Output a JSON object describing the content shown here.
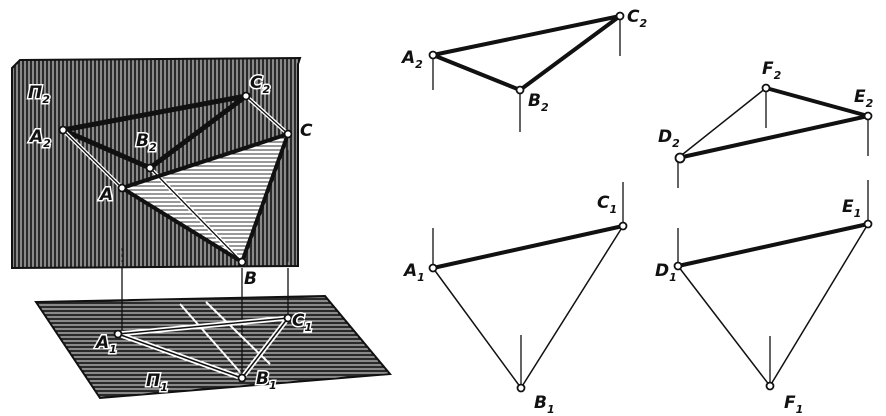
{
  "left_figure": {
    "plane_v": {
      "label": "Π",
      "sub": "2"
    },
    "plane_h": {
      "label": "Π",
      "sub": "1"
    },
    "points": {
      "A2": {
        "label": "A",
        "sub": "2"
      },
      "B2": {
        "label": "B",
        "sub": "2"
      },
      "C2": {
        "label": "C",
        "sub": "2"
      },
      "A": {
        "label": "A",
        "sub": ""
      },
      "B": {
        "label": "B",
        "sub": ""
      },
      "C": {
        "label": "C",
        "sub": ""
      },
      "A1": {
        "label": "A",
        "sub": "1"
      },
      "B1": {
        "label": "B",
        "sub": "1"
      },
      "C1": {
        "label": "C",
        "sub": "1"
      }
    }
  },
  "triangle_abc_front": {
    "A2": {
      "label": "A",
      "sub": "2"
    },
    "B2": {
      "label": "B",
      "sub": "2"
    },
    "C2": {
      "label": "C",
      "sub": "2"
    }
  },
  "triangle_abc_top": {
    "A1": {
      "label": "A",
      "sub": "1"
    },
    "B1": {
      "label": "B",
      "sub": "1"
    },
    "C1": {
      "label": "C",
      "sub": "1"
    }
  },
  "triangle_def_front": {
    "D2": {
      "label": "D",
      "sub": "2"
    },
    "E2": {
      "label": "E",
      "sub": "2"
    },
    "F2": {
      "label": "F",
      "sub": "2"
    }
  },
  "triangle_def_top": {
    "D1": {
      "label": "D",
      "sub": "1"
    },
    "E1": {
      "label": "E",
      "sub": "1"
    },
    "F1": {
      "label": "F",
      "sub": "1"
    }
  }
}
